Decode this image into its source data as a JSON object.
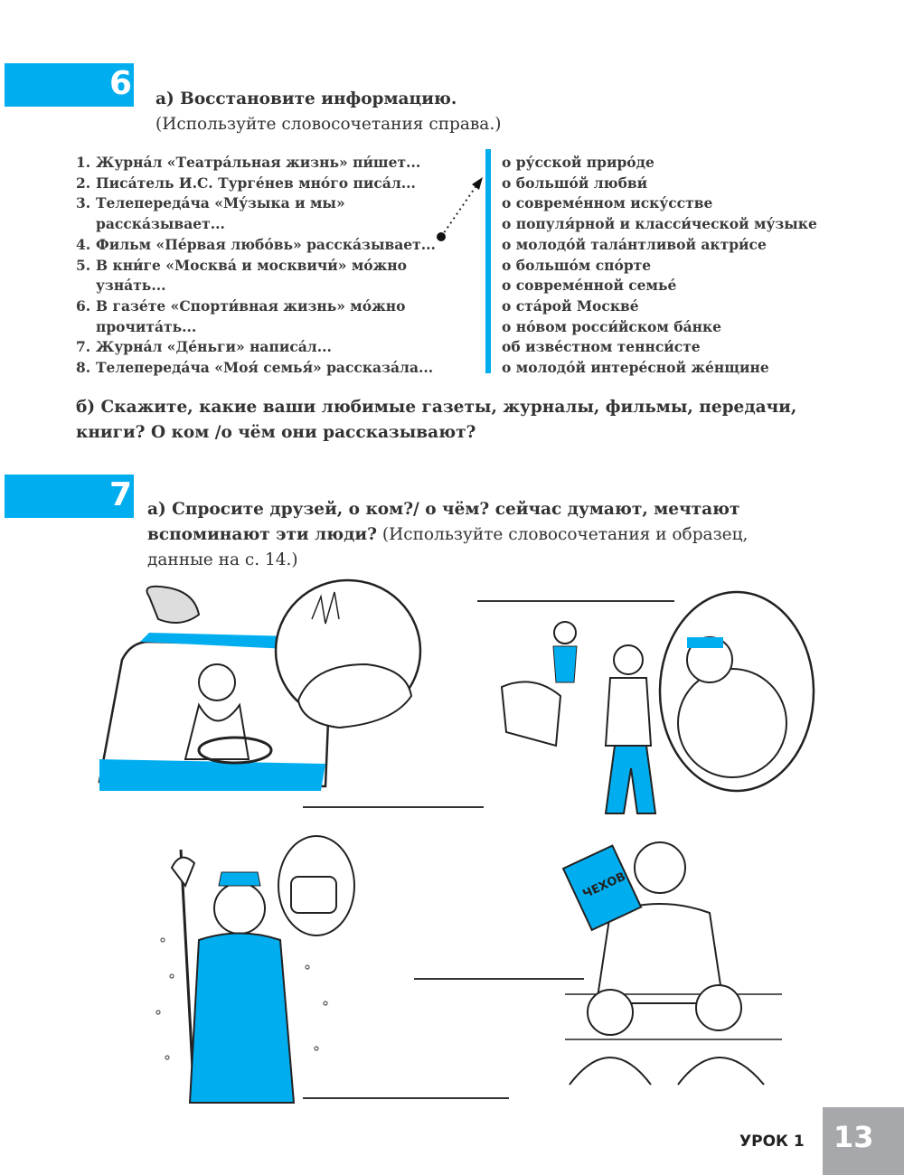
{
  "exercise6": {
    "number": "6",
    "title": "а) Восстановите информацию.",
    "subtitle": "(Используйте словосочетания справа.)",
    "left_items": [
      {
        "n": "1.",
        "text": "Журна́л «Театра́льная жизнь» пи́шет..."
      },
      {
        "n": "2.",
        "text": "Писа́тель И.С. Турге́нев мно́го писа́л..."
      },
      {
        "n": "3.",
        "text": "Телепереда́ча «Му́зыка и мы» расска́зывает..."
      },
      {
        "n": "4.",
        "text": "Фильм «Пе́рвая любо́вь» расска́зывает..."
      },
      {
        "n": "5.",
        "text": "В кни́ге «Москва́ и москвичи́» мо́жно узна́ть..."
      },
      {
        "n": "6.",
        "text": "В газе́те «Спорти́вная жизнь» мо́жно прочита́ть..."
      },
      {
        "n": "7.",
        "text": "Журна́л «Де́ньги» написа́л..."
      },
      {
        "n": "8.",
        "text": "Телепереда́ча «Моя́ семья́» рассказа́ла..."
      }
    ],
    "right_items": [
      "о ру́сской приро́де",
      "о большо́й любви́",
      "о совреме́нном иску́сстве",
      "о популя́рной и класси́ческой му́зыке",
      "о молодо́й тала́нтливой актри́се",
      "о большо́м спо́рте",
      "о совреме́нной семье́",
      "о ста́рой Москве́",
      "о но́вом росси́йском ба́нке",
      "об изве́стном теннси́сте",
      "о молодо́й интере́сной же́нщине"
    ],
    "part_b": "б) Скажите, какие ваши любимые газеты, журналы, фильмы, передачи, книги? О ком /о чём  они рассказывают?"
  },
  "exercise7": {
    "number": "7",
    "title_line1": "а) Спросите друзей, о ком?/ о чём? сейчас думают, мечтают",
    "title_line2_bold": "вспоминают эти люди?",
    "title_line2_rest": " (Используйте словосочетания и образец,",
    "title_line3": "данные на с. 14.)",
    "book_label": "ЧЕХОВ"
  },
  "footer": {
    "lesson": "УРОК 1",
    "page": "13"
  },
  "colors": {
    "accent": "#00aeef",
    "page_box": "#a6a8ab"
  }
}
